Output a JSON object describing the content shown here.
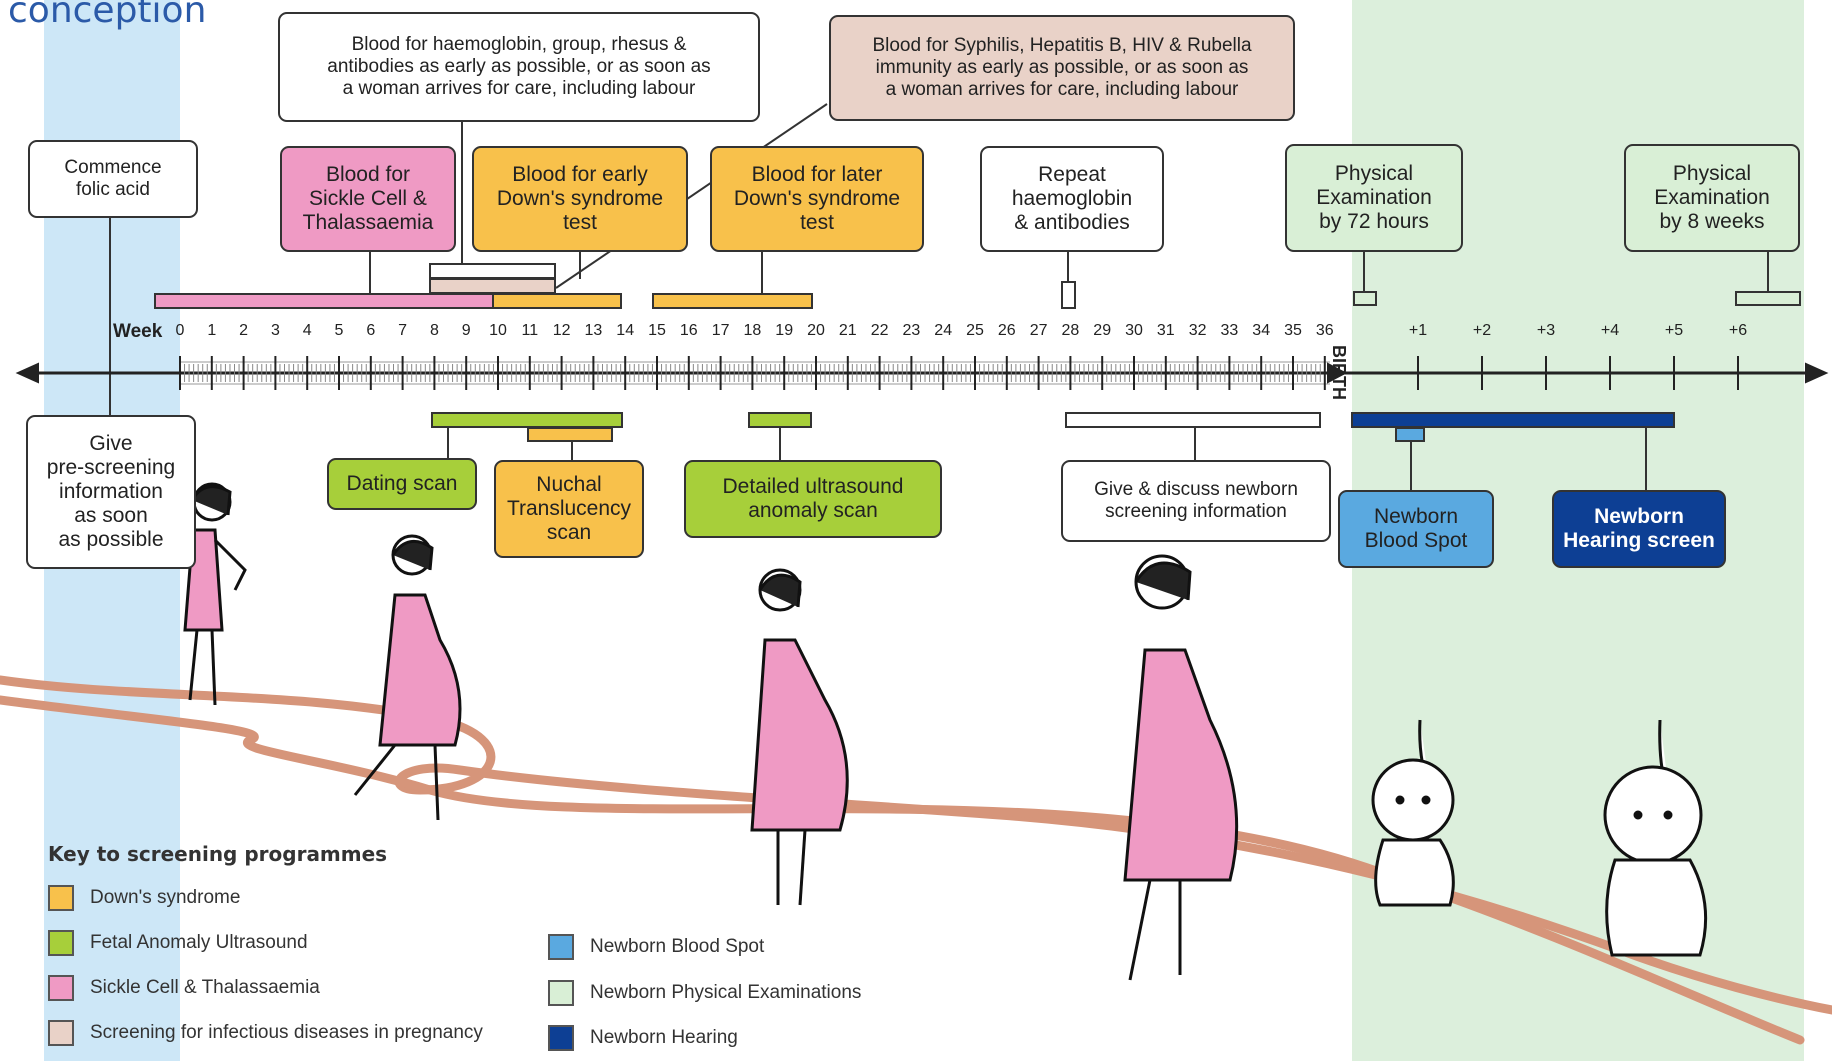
{
  "title": "conception",
  "timeline": {
    "week_label": "Week",
    "weeks": [
      "0",
      "1",
      "2",
      "3",
      "4",
      "5",
      "6",
      "7",
      "8",
      "9",
      "10",
      "11",
      "12",
      "13",
      "14",
      "15",
      "16",
      "17",
      "18",
      "19",
      "20",
      "21",
      "22",
      "23",
      "24",
      "25",
      "26",
      "27",
      "28",
      "29",
      "30",
      "31",
      "32",
      "33",
      "34",
      "35",
      "36"
    ],
    "birth_label": "BIRTH",
    "post_birth": [
      "+1",
      "+2",
      "+3",
      "+4",
      "+5",
      "+6"
    ]
  },
  "boxes": {
    "folic": "Commence\nfolic acid",
    "blood_hb": "Blood for haemoglobin, group, rhesus &\nantibodies as early as possible, or as soon as\na woman arrives for care, including labour",
    "blood_syph": "Blood for Syphilis, Hepatitis B, HIV & Rubella\nimmunity as early as possible, or as soon as\na woman arrives for care, including labour",
    "sickle": "Blood for\nSickle Cell &\nThalassaemia",
    "early_downs": "Blood for early\nDown's syndrome\ntest",
    "later_downs": "Blood for later\nDown's syndrome\ntest",
    "repeat_hb": "Repeat\nhaemoglobin\n& antibodies",
    "phys72": "Physical\nExamination\nby 72 hours",
    "phys8w": "Physical\nExamination\nby 8 weeks",
    "prescreen": "Give\npre-screening\ninformation\nas soon\nas possible",
    "dating": "Dating scan",
    "nuchal": "Nuchal\nTranslucency\nscan",
    "anomaly": "Detailed ultrasound\nanomaly scan",
    "newborn_info": "Give & discuss newborn\nscreening information",
    "blood_spot": "Newborn\nBlood Spot",
    "hearing": "Newborn\nHearing screen"
  },
  "key": {
    "title": "Key to screening programmes",
    "items": [
      {
        "label": "Down's syndrome",
        "color": "#f8c14b"
      },
      {
        "label": "Fetal Anomaly Ultrasound",
        "color": "#a7cf3a"
      },
      {
        "label": "Sickle Cell & Thalassaemia",
        "color": "#ef9ac4"
      },
      {
        "label": "Screening for infectious diseases in pregnancy",
        "color": "#e9d2c8"
      },
      {
        "label": "Newborn Blood Spot",
        "color": "#5aa9e0"
      },
      {
        "label": "Newborn Physical Examinations",
        "color": "#d9efd6"
      },
      {
        "label": "Newborn Hearing",
        "color": "#0d3f94"
      }
    ]
  },
  "colors": {
    "downs": "#f8c14b",
    "fetal": "#a7cf3a",
    "sickle": "#ef9ac4",
    "infectious": "#e9d2c8",
    "blood_spot": "#5aa9e0",
    "physical": "#d9efd6",
    "hearing": "#0d3f94"
  }
}
